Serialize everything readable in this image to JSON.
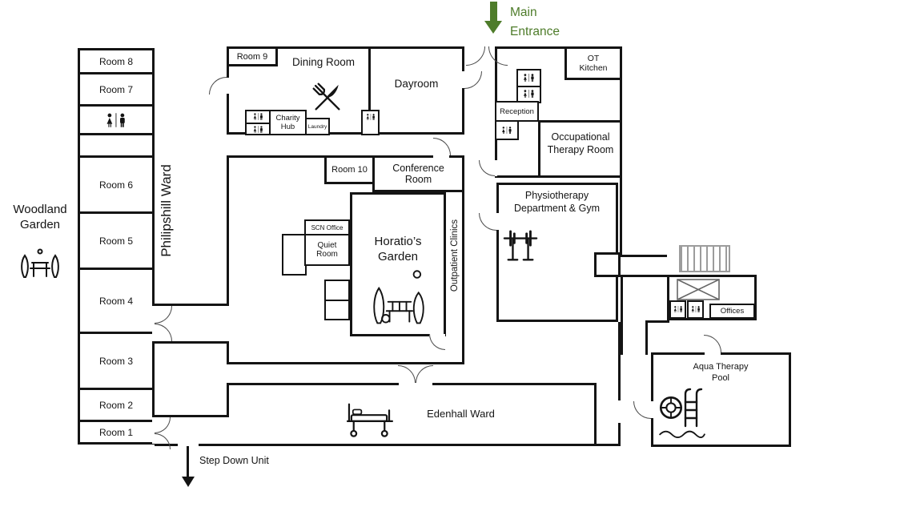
{
  "plan": {
    "entrance_label": "Main Entrance",
    "step_down_label": "Step Down Unit",
    "woodland_garden_label": "Woodland Garden",
    "philipshill_ward_label": "Philipshill Ward",
    "outpatient_label": "Outpatient Clinics",
    "edenhall_label": "Edenhall Ward"
  },
  "philipshill_rooms": [
    {
      "label": "Room 8"
    },
    {
      "label": "Room 7"
    },
    {
      "label": "Room 6"
    },
    {
      "label": "Room 5"
    },
    {
      "label": "Room 4"
    },
    {
      "label": "Room 3"
    },
    {
      "label": "Room 2"
    },
    {
      "label": "Room 1"
    }
  ],
  "rooms": {
    "room9": "Room 9",
    "dining": "Dining Room",
    "charity_hub": "Charity Hub",
    "laundry": "Laundry",
    "dayroom": "Dayroom",
    "ot_kitchen": "OT Kitchen",
    "reception": "Reception",
    "ot_room": "Occupational Therapy Room",
    "room10": "Room 10",
    "conference": "Conference Room",
    "physio": "Physiotherapy Department & Gym",
    "scn_office": "SCN Office",
    "quiet_room": "Quiet Room",
    "horatios_garden": "Horatio’s Garden",
    "offices": "Offices",
    "aqua_pool": "Aqua Therapy Pool"
  },
  "colors": {
    "entrance_green": "#4e7c2a",
    "wall_black": "#141414",
    "stairs_gray": "#9c9c9c"
  },
  "icons": {
    "restroom": "restroom-icon",
    "fork_knife": "fork-knife-icon",
    "barbell": "barbell-icon",
    "garden": "garden-bench-icon",
    "woodland": "trees-bench-icon",
    "bed": "hospital-bed-icon",
    "lifebuoy": "lifebuoy-icon",
    "pool_ladder": "pool-ladder-icon",
    "waves": "waves-icon",
    "stairs": "stairs-icon",
    "table": "table-icon",
    "arrow_down_green": "entrance-arrow-icon",
    "arrow_down_black": "step-down-arrow-icon"
  }
}
